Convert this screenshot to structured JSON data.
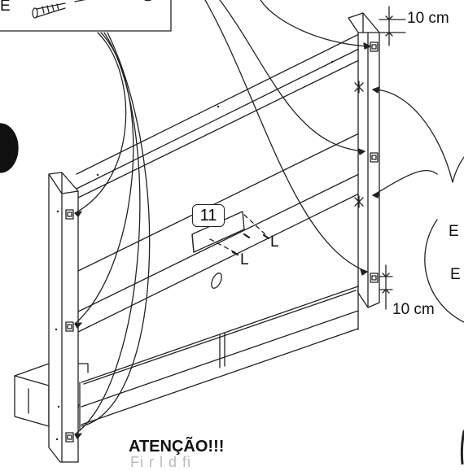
{
  "diagram": {
    "step_number": "11",
    "dimension_top": "10 cm",
    "dimension_bottom": "10 cm",
    "part_label_screw": "E",
    "part_label_l_upper": "L",
    "part_label_l_lower": "L",
    "callout_right_upper": "E",
    "callout_right_lower": "E",
    "warning_title": "ATENÇÃO!!!",
    "warning_text_partial": "Fi    r  l          d            fi"
  }
}
